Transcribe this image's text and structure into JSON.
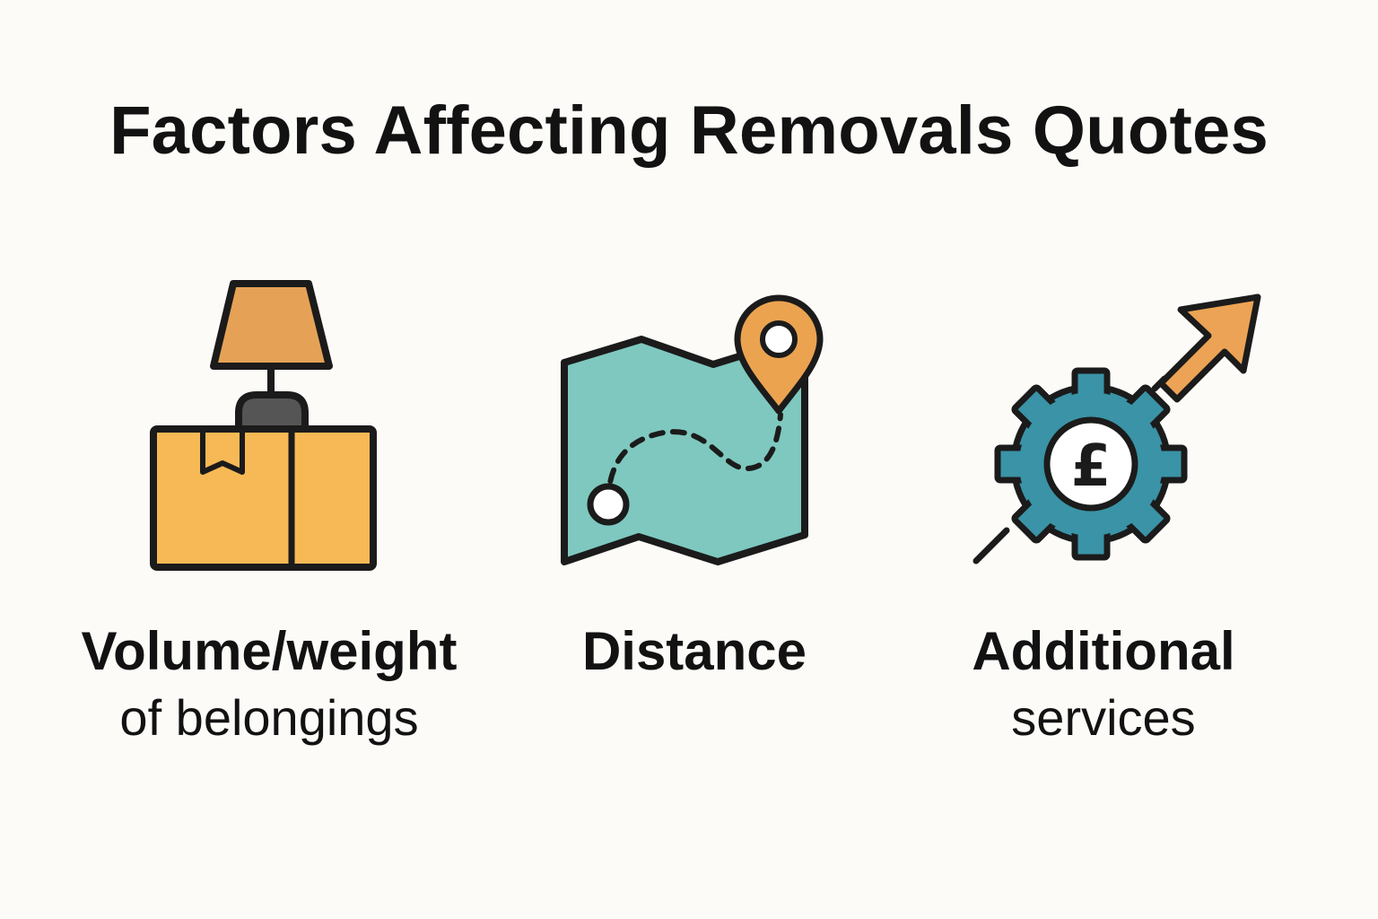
{
  "title": "Factors Affecting Removals Quotes",
  "factors": [
    {
      "icon": "box-with-lamp-icon",
      "label_bold": "Volume/weight",
      "label_regular": "of belongings"
    },
    {
      "icon": "map-route-icon",
      "label_bold": "Distance",
      "label_regular": ""
    },
    {
      "icon": "pound-gear-arrow-icon",
      "label_bold": "Additional",
      "label_regular": "services"
    }
  ],
  "colors": {
    "background": "#fcfbf8",
    "text": "#121212",
    "outline": "#1b1b1b",
    "box": "#f6b955",
    "lamp_shade": "#e5a257",
    "lamp_base": "#555555",
    "map": "#7ec8bf",
    "pin": "#eba350",
    "gear": "#3a93a6",
    "arrow": "#eca355"
  }
}
